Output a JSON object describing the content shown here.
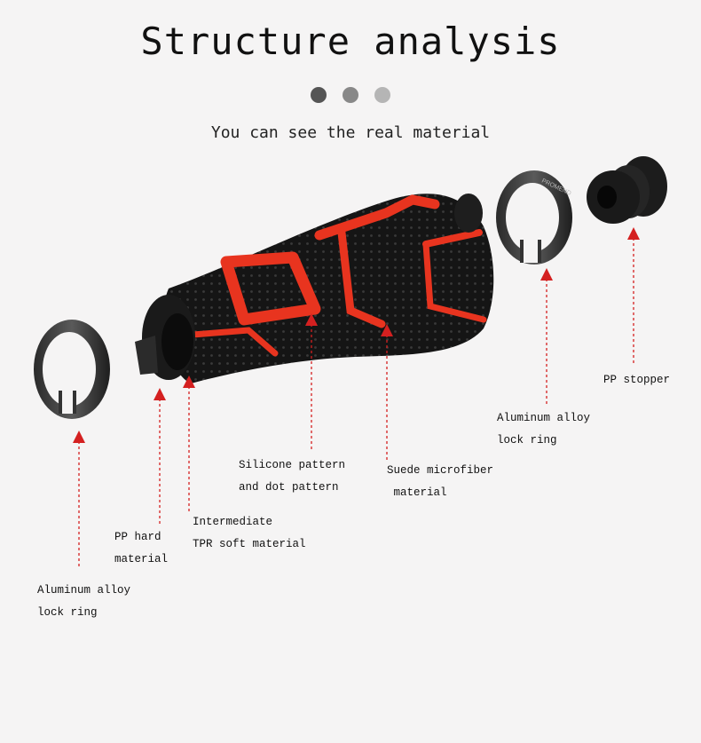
{
  "header": {
    "title": "Structure analysis",
    "subtitle": "You can see the real material"
  },
  "dots": [
    {
      "color": "#555555"
    },
    {
      "color": "#888888"
    },
    {
      "color": "#b5b5b5"
    }
  ],
  "colors": {
    "arrow": "#d42020",
    "grip_accent": "#e8341f",
    "grip_base": "#151515"
  },
  "parts": [
    {
      "key": "left_ring",
      "line1": "Aluminum alloy",
      "line2": "lock ring"
    },
    {
      "key": "pp_hard",
      "line1": "PP hard",
      "line2": "material"
    },
    {
      "key": "tpr",
      "line1": "Intermediate",
      "line2": "TPR soft material"
    },
    {
      "key": "silicone",
      "line1": "Silicone pattern",
      "line2": "and dot pattern"
    },
    {
      "key": "suede",
      "line1": "Suede microfiber",
      "line2": " material"
    },
    {
      "key": "right_ring",
      "line1": "Aluminum alloy",
      "line2": "lock ring"
    },
    {
      "key": "stopper",
      "line1": "PP stopper",
      "line2": ""
    }
  ]
}
